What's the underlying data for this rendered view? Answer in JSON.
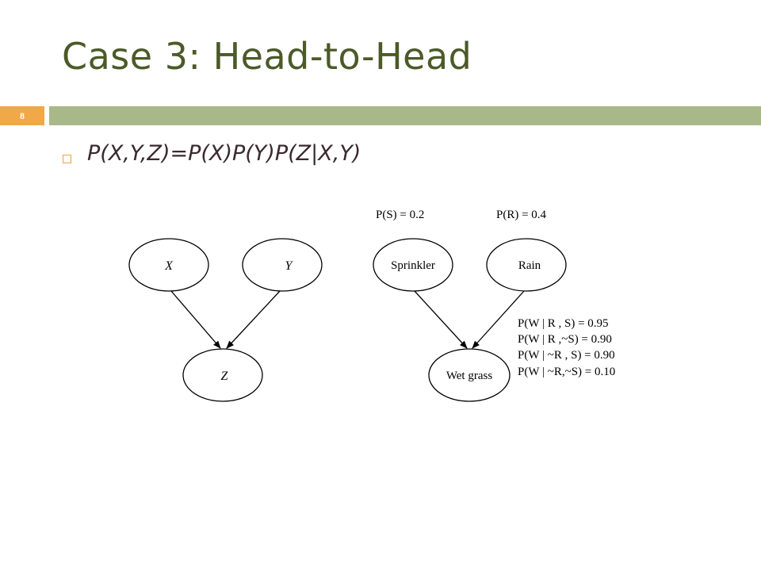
{
  "slide": {
    "title": "Case 3: Head-to-Head",
    "number": "8",
    "bullet": "P(X,Y,Z)=P(X)P(Y)P(Z|X,Y)"
  },
  "colors": {
    "title": "#4b5a28",
    "bar": "#a8b888",
    "number_box": "#f0a848",
    "bullet": "#f0a040"
  },
  "diagram_left": {
    "nodes": {
      "x": "X",
      "y": "Y",
      "z": "Z"
    }
  },
  "diagram_right": {
    "nodes": {
      "sprinkler": "Sprinkler",
      "rain": "Rain",
      "wet": "Wet grass"
    },
    "priors": {
      "s": "P(S) = 0.2",
      "r": "P(R) = 0.4"
    },
    "cpt": [
      "P(W | R , S) = 0.95",
      "P(W | R ,~S) = 0.90",
      "P(W | ~R , S) = 0.90",
      "P(W | ~R,~S) = 0.10"
    ]
  }
}
